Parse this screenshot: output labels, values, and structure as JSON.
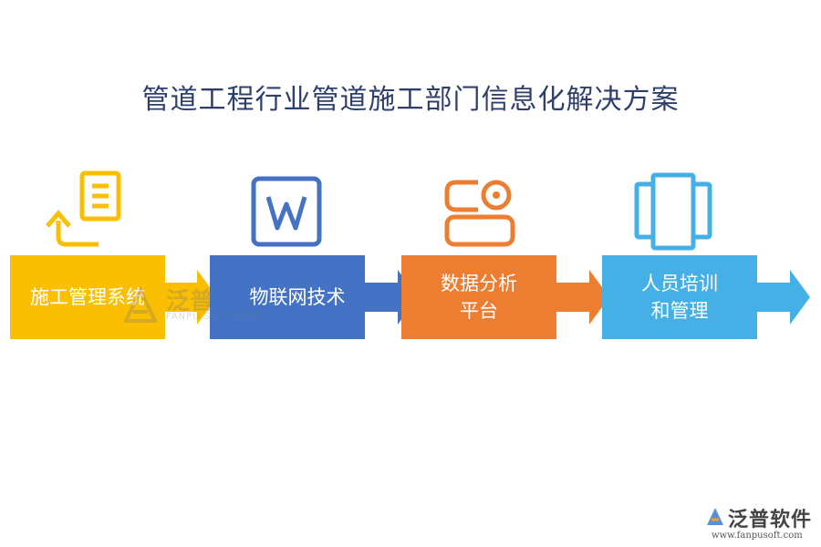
{
  "title": "管道工程行业管道施工部门信息化解决方案",
  "colors": {
    "title": "#2f3f6b",
    "yellow": "#fbbf02",
    "blue": "#4472c4",
    "orange": "#ed7d31",
    "lightblue": "#45b0e5"
  },
  "steps": [
    {
      "label": "施工管理系统",
      "icon": "document-upload-icon",
      "color": "#fbbf02"
    },
    {
      "label": "物联网技术",
      "icon": "word-document-icon",
      "color": "#4472c4"
    },
    {
      "label": "数据分析\n平台",
      "icon": "settings-toggle-icon",
      "color": "#ed7d31"
    },
    {
      "label": "人员培训\n和管理",
      "icon": "columns-panel-icon",
      "color": "#45b0e5"
    }
  ],
  "watermark": {
    "name": "泛普",
    "sub": "FANPU SOFTWARE"
  },
  "brand": {
    "name": "泛普软件",
    "url": "www.fanpusoft.com"
  }
}
